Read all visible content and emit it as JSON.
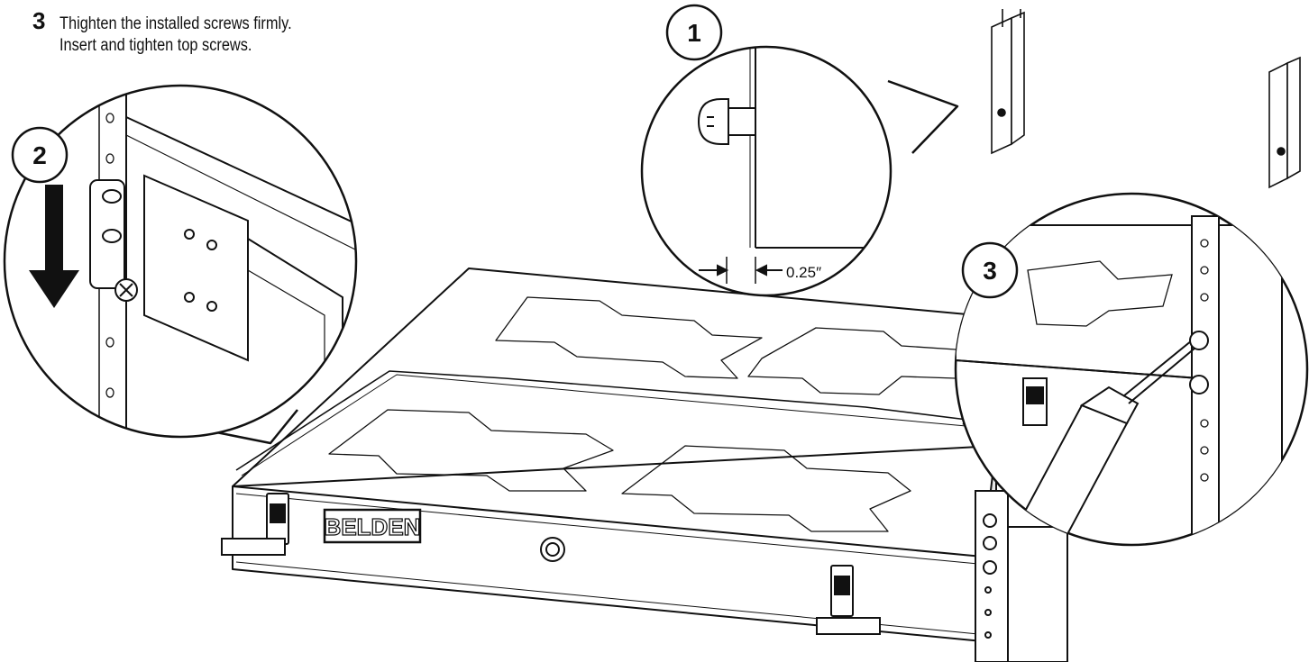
{
  "instruction": {
    "step_number": "3",
    "line1": "Thighten the installed screws firmly.",
    "line2": "Insert and tighten top screws."
  },
  "callouts": {
    "one": "1",
    "two": "2",
    "three": "3"
  },
  "dimension": {
    "label": "0.25″"
  },
  "brand": {
    "logo_text": "BELDEN"
  },
  "colors": {
    "ink": "#111111",
    "paper": "#ffffff",
    "shade": "#e6e6e6"
  }
}
